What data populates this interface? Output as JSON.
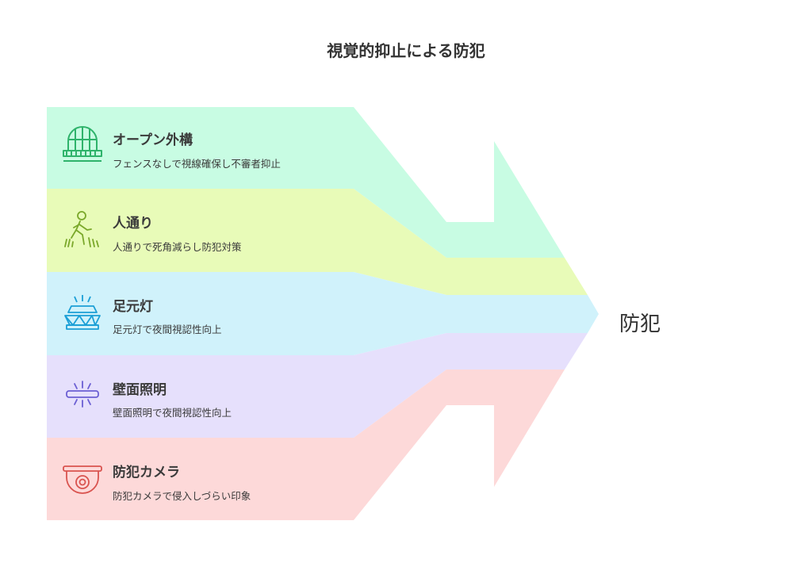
{
  "title": "視覚的抑止による防犯",
  "target": "防犯",
  "rows": [
    {
      "title": "オープン外構",
      "desc": "フェンスなしで視線確保し不審者抑止",
      "icon": "gate-icon",
      "fill": "#c8fce3",
      "stroke": "#2fb36b"
    },
    {
      "title": "人通り",
      "desc": "人通りで死角減らし防犯対策",
      "icon": "walking-person-icon",
      "fill": "#e8fbb8",
      "stroke": "#7aa82a"
    },
    {
      "title": "足元灯",
      "desc": "足元灯で夜間視認性向上",
      "icon": "ground-light-icon",
      "fill": "#d0f2fb",
      "stroke": "#1b9fd6"
    },
    {
      "title": "壁面照明",
      "desc": "壁面照明で夜間視認性向上",
      "icon": "wall-light-icon",
      "fill": "#e6e0fc",
      "stroke": "#6b5fd3"
    },
    {
      "title": "防犯カメラ",
      "desc": "防犯カメラで侵入しづらい印象",
      "icon": "security-camera-icon",
      "fill": "#fdd9d9",
      "stroke": "#d9534f"
    }
  ]
}
